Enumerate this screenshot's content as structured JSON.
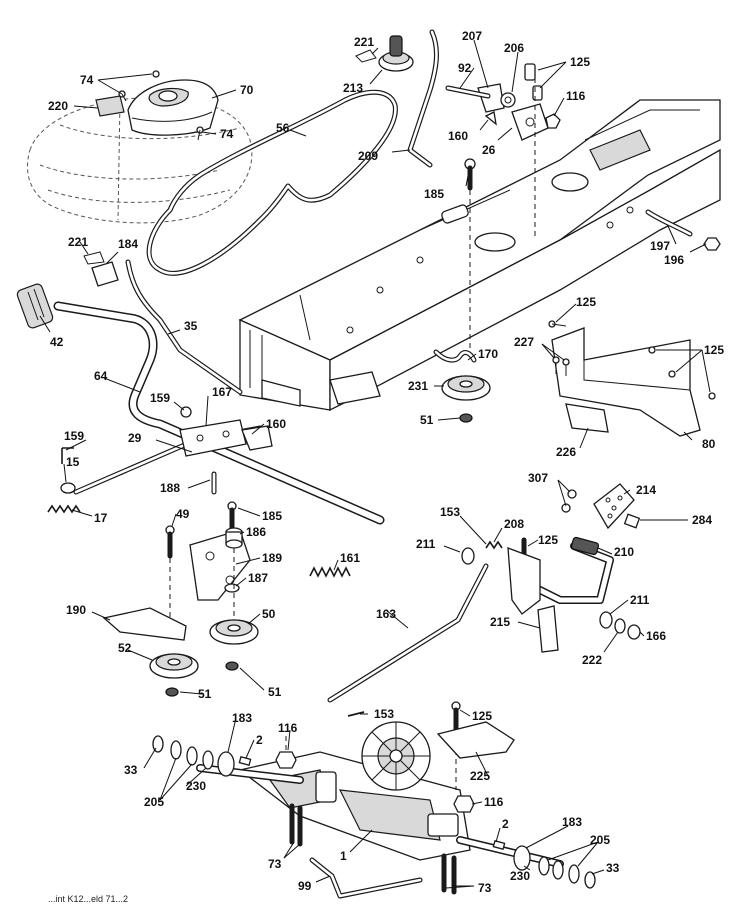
{
  "diagram": {
    "labels": {
      "l221a": "221",
      "l213": "213",
      "l74a": "74",
      "l70": "70",
      "l220": "220",
      "l74b": "74",
      "l56": "56",
      "l207": "207",
      "l92": "92",
      "l206": "206",
      "l125a": "125",
      "l116a": "116",
      "l160a": "160",
      "l26": "26",
      "l209": "209",
      "l185a": "185",
      "l197": "197",
      "l196": "196",
      "l221b": "221",
      "l184": "184",
      "l42": "42",
      "l35": "35",
      "l64": "64",
      "l167": "167",
      "l159a": "159",
      "l160b": "160",
      "l29": "29",
      "l159b": "159",
      "l15": "15",
      "l17": "17",
      "l188": "188",
      "l185b": "185",
      "l49": "49",
      "l186": "186",
      "l189": "189",
      "l161": "161",
      "l187": "187",
      "l190": "190",
      "l50": "50",
      "l52": "52",
      "l51a": "51",
      "l51b": "51",
      "l170": "170",
      "l231": "231",
      "l51c": "51",
      "l125b": "125",
      "l227": "227",
      "l125c": "125",
      "l80": "80",
      "l226": "226",
      "l307": "307",
      "l214": "214",
      "l284": "284",
      "l153a": "153",
      "l208": "208",
      "l125d": "125",
      "l210": "210",
      "l211a": "211",
      "l215": "215",
      "l211b": "211",
      "l222": "222",
      "l166": "166",
      "l163": "163",
      "l183a": "183",
      "l116b": "116",
      "l2a": "2",
      "l153b": "153",
      "l125e": "125",
      "l33a": "33",
      "l205a": "205",
      "l230a": "230",
      "l225": "225",
      "l116c": "116",
      "l2b": "2",
      "l183b": "183",
      "l205b": "205",
      "l33b": "33",
      "l73a": "73",
      "l1": "1",
      "l99": "99",
      "l230b": "230",
      "l73b": "73"
    },
    "footer_text": "...int K12...eld 71...2"
  }
}
